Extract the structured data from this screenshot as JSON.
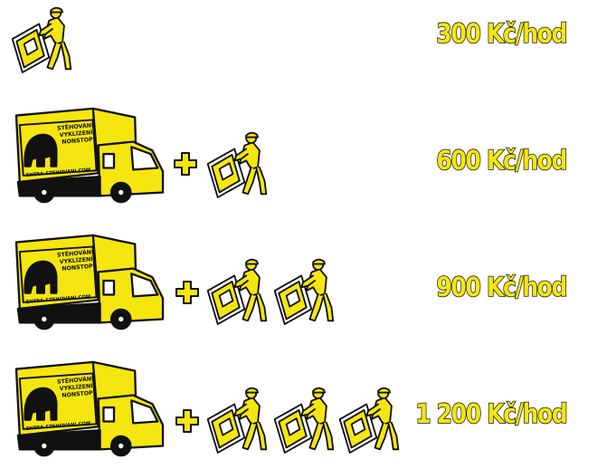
{
  "tiers": [
    {
      "id": "tier-1",
      "workers": 1,
      "truck": false,
      "price": "300 Kč/hod"
    },
    {
      "id": "tier-2",
      "workers": 1,
      "truck": true,
      "price": "600 Kč/hod"
    },
    {
      "id": "tier-3",
      "workers": 2,
      "truck": true,
      "price": "900 Kč/hod"
    },
    {
      "id": "tier-4",
      "workers": 3,
      "truck": true,
      "price": "1 200 Kč/hod"
    }
  ],
  "truck_logo": {
    "line1": "STĚHOVÁNÍ",
    "line2": "VYKLÍZENÍ",
    "line3": "NONSTOP",
    "url": "EXTRA-STEHOVANI.COM"
  },
  "colors": {
    "yellow": "#f5e60f",
    "outline": "#111111",
    "white": "#ffffff"
  },
  "icons": [
    "mover-worker-icon",
    "moving-truck-icon",
    "plus-icon"
  ]
}
